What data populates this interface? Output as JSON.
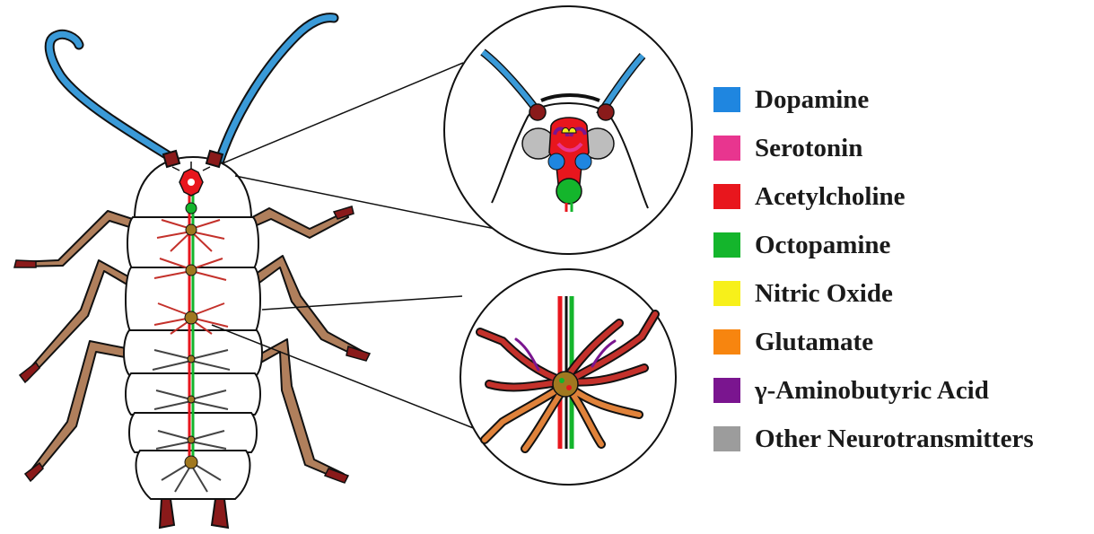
{
  "legend": {
    "items": [
      {
        "label": "Dopamine",
        "color": "#1f86e0"
      },
      {
        "label": "Serotonin",
        "color": "#e8358f"
      },
      {
        "label": "Acetylcholine",
        "color": "#e8161d"
      },
      {
        "label": "Octopamine",
        "color": "#14b52c"
      },
      {
        "label": "Nitric Oxide",
        "color": "#f7f01a"
      },
      {
        "label": "Glutamate",
        "color": "#f7850f"
      },
      {
        "label": "γ-Aminobutyric Acid",
        "color": "#7a158f"
      },
      {
        "label": "Other Neurotransmitters",
        "color": "#9c9c9c"
      }
    ]
  },
  "palette": {
    "antenna": "#3a9ad8",
    "leg": "#b07f5c",
    "leg_tip": "#8a1a1a",
    "body": "#ffffff",
    "outline": "#111111"
  }
}
